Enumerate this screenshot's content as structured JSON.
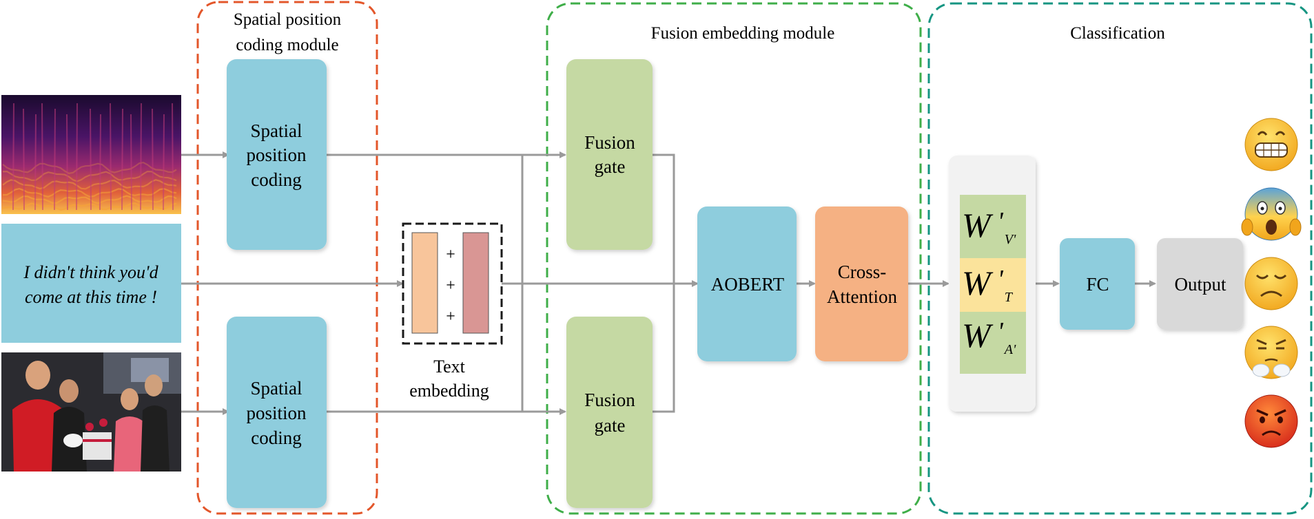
{
  "modules": {
    "spatial": {
      "title_line1": "Spatial position",
      "title_line2": "coding module"
    },
    "fusion": {
      "title": "Fusion embedding module"
    },
    "classification": {
      "title": "Classification"
    }
  },
  "inputs": {
    "text_line1": "I didn't think you'd",
    "text_line2": "come at this time !"
  },
  "blocks": {
    "spc_top": [
      "Spatial",
      "position",
      "coding"
    ],
    "spc_bottom": [
      "Spatial",
      "position",
      "coding"
    ],
    "text_embedding": [
      "Text",
      "embedding"
    ],
    "plus": "+",
    "fusion_gate_top": [
      "Fusion",
      "gate"
    ],
    "fusion_gate_bottom": [
      "Fusion",
      "gate"
    ],
    "aobert": "AOBERT",
    "cross_attention": [
      "Cross-",
      "Attention"
    ],
    "fc": "FC",
    "output": "Output"
  },
  "weights": {
    "v": {
      "main": "W",
      "prime": "'",
      "sub": "V'"
    },
    "t": {
      "main": "W",
      "prime": "'",
      "sub": "T"
    },
    "a": {
      "main": "W",
      "prime": "'",
      "sub": "A'"
    }
  },
  "emojis": [
    "grinning-face",
    "screaming-face",
    "disappointed-face",
    "steam-nose-face",
    "angry-face"
  ],
  "colors": {
    "blue": "#8ecddd",
    "green": "#c5d9a3",
    "orange": "#f5b183",
    "gray": "#d9d9d9",
    "spatial_border": "#e3562a",
    "fusion_border": "#3fae49",
    "class_border": "#169582",
    "arrow": "#9a9a9a",
    "w_yellow": "#fbe39b",
    "emb_orange": "#f8c59b",
    "emb_red": "#d99694"
  }
}
